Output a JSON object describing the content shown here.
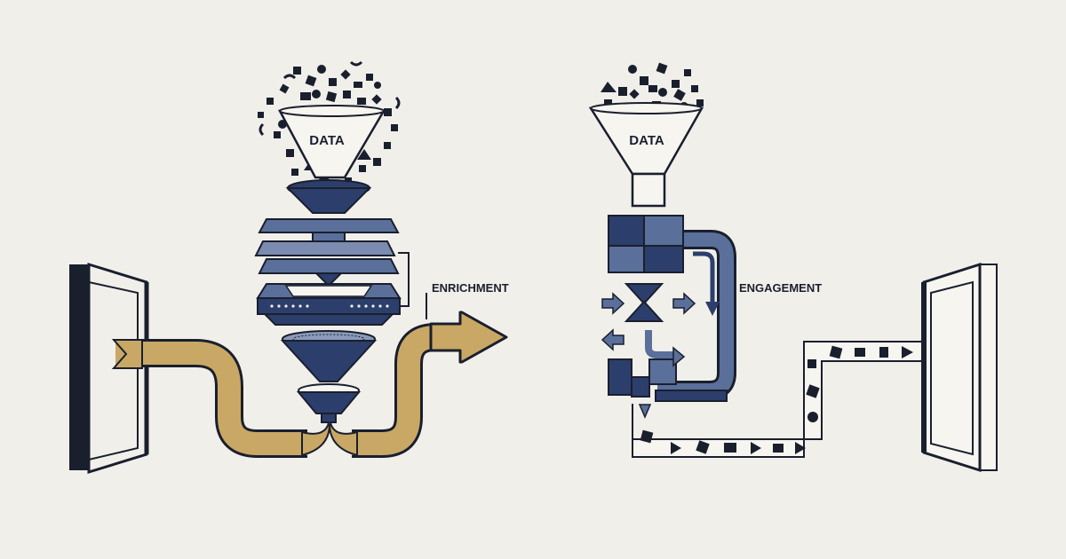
{
  "colors": {
    "background": "#f1efea",
    "ink": "#1a1f2e",
    "navy": "#2c3e6b",
    "slate": "#5a6f9a",
    "gold": "#c9a865"
  },
  "left_panel": {
    "funnel_label": "DATA",
    "stage_label": "ENRICHMENT"
  },
  "right_panel": {
    "funnel_label": "DATA",
    "stage_label": "ENGAGEMENT"
  }
}
